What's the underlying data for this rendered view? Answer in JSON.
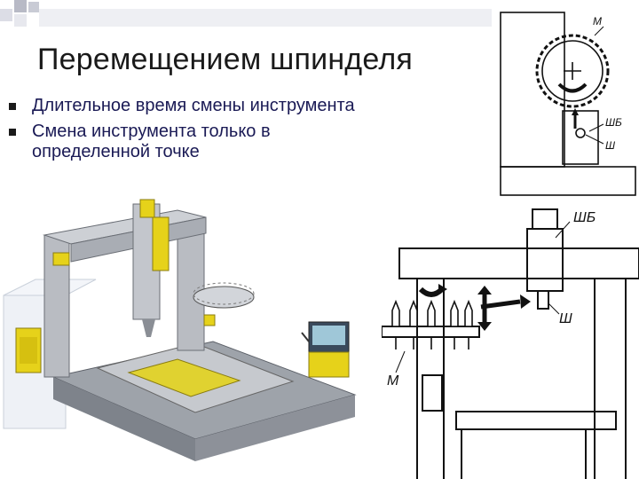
{
  "slide": {
    "title": "Перемещением шпинделя",
    "bullets": [
      "Длительное время смены инструмента",
      "Смена инструмента только в определенной точке"
    ]
  },
  "diagram_top": {
    "label_m": "М",
    "label_shb": "ШБ",
    "label_sh": "Ш"
  },
  "diagram_bottom": {
    "label_shb": "ШБ",
    "label_sh": "Ш",
    "label_m": "М"
  },
  "colors": {
    "machine_yellow": "#e6d21a",
    "machine_grey": "#b9bcc2",
    "line": "#111111"
  }
}
